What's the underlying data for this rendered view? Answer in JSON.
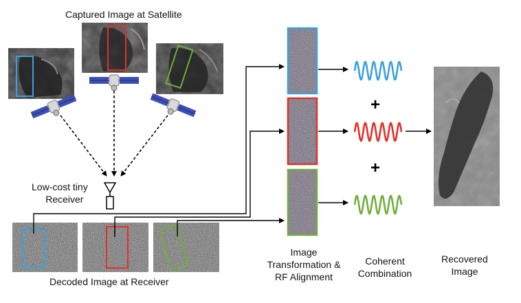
{
  "labels": {
    "captured": "Captured Image at Satellite",
    "receiver_line1": "Low-cost tiny",
    "receiver_line2": "Receiver",
    "decoded": "Decoded Image at Receiver",
    "transform_line1": "Image",
    "transform_line2": "Transformation &",
    "transform_line3": "RF Alignment",
    "coherent_line1": "Coherent",
    "coherent_line2": "Combination",
    "recovered_line1": "Recovered",
    "recovered_line2": "Image"
  },
  "plus_sign": "+",
  "colors": {
    "blue": "#3aa0dd",
    "red": "#e0302a",
    "green": "#6fae3c",
    "satellite_panel": "#3b4fb8",
    "arrow": "#000000"
  },
  "icons": [
    "satellite-icon",
    "antenna-icon",
    "sine-wave-icon",
    "plus-icon"
  ]
}
